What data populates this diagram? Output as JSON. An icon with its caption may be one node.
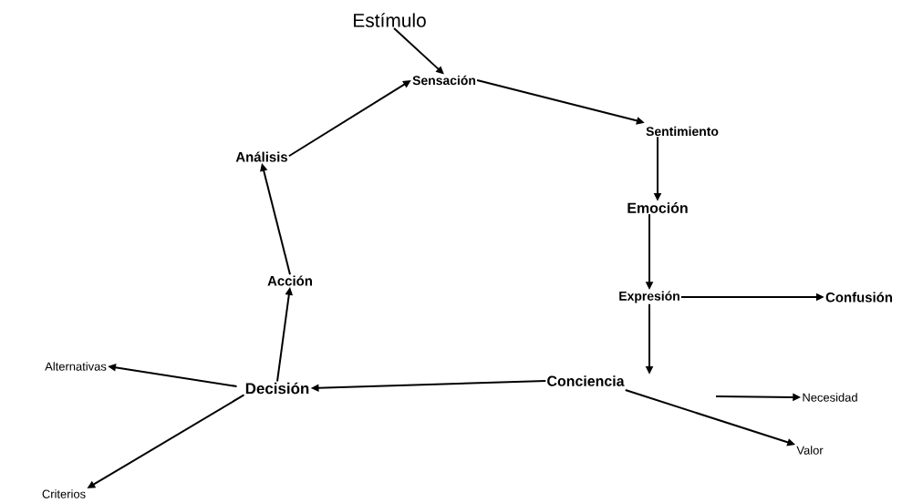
{
  "diagram": {
    "nodes": [
      {
        "text": [
          "Estímulo"
        ]
      },
      {
        "text": [
          "Sensación"
        ]
      },
      {
        "text": [
          "Sentimiento"
        ]
      },
      {
        "text": [
          "Emoción"
        ]
      },
      {
        "text": [
          "Expresión"
        ]
      },
      {
        "text": [
          "Confusión"
        ]
      },
      {
        "text": [
          "Conciencia"
        ]
      },
      {
        "text": [
          "Necesidad"
        ]
      },
      {
        "text": [
          "Valor"
        ]
      },
      {
        "text": [
          "Decisión"
        ]
      },
      {
        "text": [
          "Alternativas"
        ]
      },
      {
        "text": [
          "Criterios"
        ]
      },
      {
        "text": [
          "Acción"
        ]
      },
      {
        "text": [
          "Análisis"
        ]
      }
    ],
    "edges": [
      {
        "from": 0,
        "to": 1,
        "arrow": "to"
      },
      {
        "from": 1,
        "to": 2,
        "arrow": "to"
      },
      {
        "from": 2,
        "to": 3,
        "arrow": "to"
      },
      {
        "from": 3,
        "to": 4,
        "arrow": "to"
      },
      {
        "from": 4,
        "to": 5,
        "arrow": "to"
      },
      {
        "from": 4,
        "to": 6,
        "arrow": "to"
      },
      {
        "from": 6,
        "to": 9,
        "arrow": "to"
      },
      {
        "from": null,
        "to": 7,
        "arrow": "to"
      },
      {
        "from": 6,
        "to": 8,
        "arrow": "to"
      },
      {
        "from": 9,
        "to": 10,
        "arrow": "to"
      },
      {
        "from": 9,
        "to": 11,
        "arrow": "to"
      },
      {
        "from": 9,
        "to": 12,
        "arrow": "to"
      },
      {
        "from": 12,
        "to": 13,
        "arrow": "to"
      },
      {
        "from": 13,
        "to": 1,
        "arrow": "to"
      }
    ]
  }
}
